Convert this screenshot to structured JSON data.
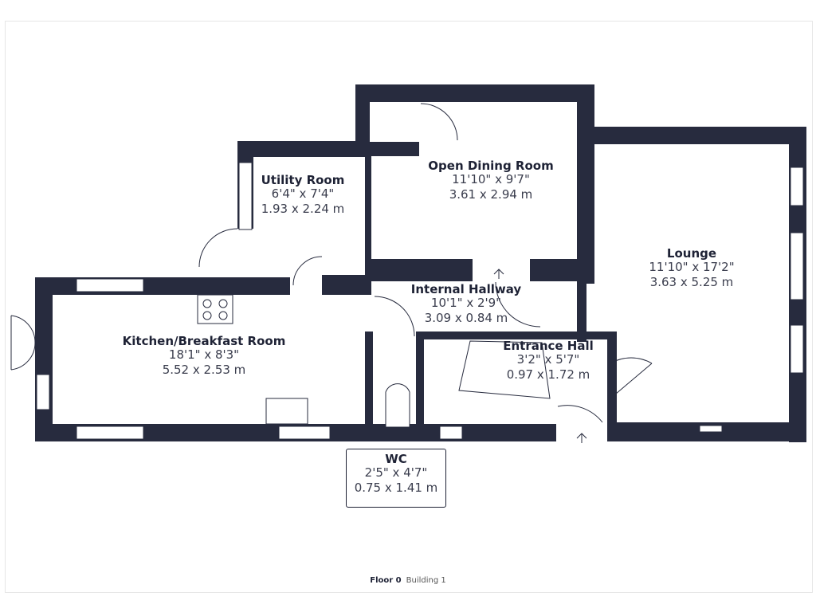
{
  "rooms": {
    "dining": {
      "name": "Open Dining Room",
      "imperial": "11'10\" x 9'7\"",
      "metric": "3.61 x 2.94 m"
    },
    "utility": {
      "name": "Utility Room",
      "imperial": "6'4\" x 7'4\"",
      "metric": "1.93 x 2.24 m"
    },
    "lounge": {
      "name": "Lounge",
      "imperial": "11'10\" x 17'2\"",
      "metric": "3.63 x 5.25 m"
    },
    "hallway": {
      "name": "Internal Hallway",
      "imperial": "10'1\" x 2'9\"",
      "metric": "3.09 x 0.84 m"
    },
    "kitchen": {
      "name": "Kitchen/Breakfast Room",
      "imperial": "18'1\" x 8'3\"",
      "metric": "5.52 x 2.53 m"
    },
    "entrance": {
      "name": "Entrance Hall",
      "imperial": "3'2\" x 5'7\"",
      "metric": "0.97 x 1.72 m"
    },
    "wc": {
      "name": "WC",
      "imperial": "2'5\" x 4'7\"",
      "metric": "0.75 x 1.41 m"
    }
  },
  "footer": {
    "floor": "Floor 0",
    "building": "Building 1"
  },
  "colors": {
    "wall": "#272b3e",
    "text": "#1e2235"
  }
}
